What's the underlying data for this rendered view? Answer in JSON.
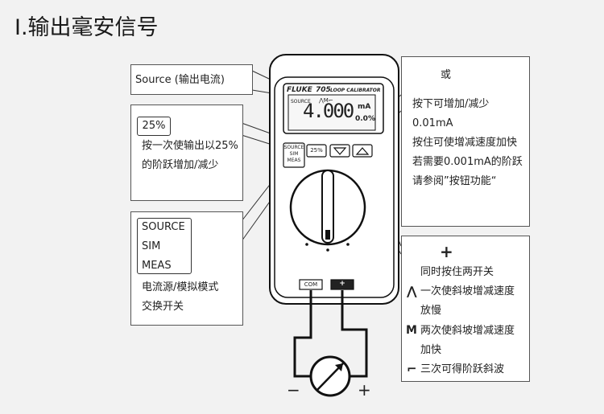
{
  "title": "I.输出毫安信号",
  "meter": {
    "brand": "FLUKE",
    "model": "705",
    "subtitle": "LOOP CALIBRATOR",
    "source_tag": "SOURCE",
    "ramp_symbol": "⋀M⌐",
    "reading": "4.000",
    "unit": "mA",
    "percent": "0.0%",
    "btn_mode": [
      "SOURCE",
      "SIM",
      "MEAS"
    ],
    "btn_step": "25%",
    "jack_minus": "COM",
    "jack_plus": "+"
  },
  "callouts": {
    "source": {
      "label": "Source (输出电流)"
    },
    "step": {
      "button": "25%",
      "lines": [
        "按一次使输出以25%",
        "的阶跃增加/减少"
      ]
    },
    "mode": {
      "options": [
        "SOURCE",
        "SIM",
        "MEAS"
      ],
      "lines": [
        "电流源/模拟模式",
        "交换开关"
      ]
    },
    "arrows": {
      "or": "或",
      "lines": [
        "按下可增加/减少",
        "0.01mA",
        "按住可使增减速度加快",
        "若需要0.001mA的阶跃",
        "请参阅”按钮功能“"
      ]
    },
    "combo": {
      "plus": "+",
      "lines": [
        "同时按住两开关"
      ],
      "items": [
        {
          "symbol": "⋀",
          "lines": [
            "一次使斜坡增减速度",
            "放慢"
          ]
        },
        {
          "symbol": "M",
          "lines": [
            "两次使斜坡增减速度",
            "加快"
          ]
        },
        {
          "symbol": "⌐",
          "lines": [
            "三次可得阶跃斜波"
          ]
        }
      ]
    }
  },
  "circuit": {
    "minus": "−",
    "plus": "+"
  }
}
